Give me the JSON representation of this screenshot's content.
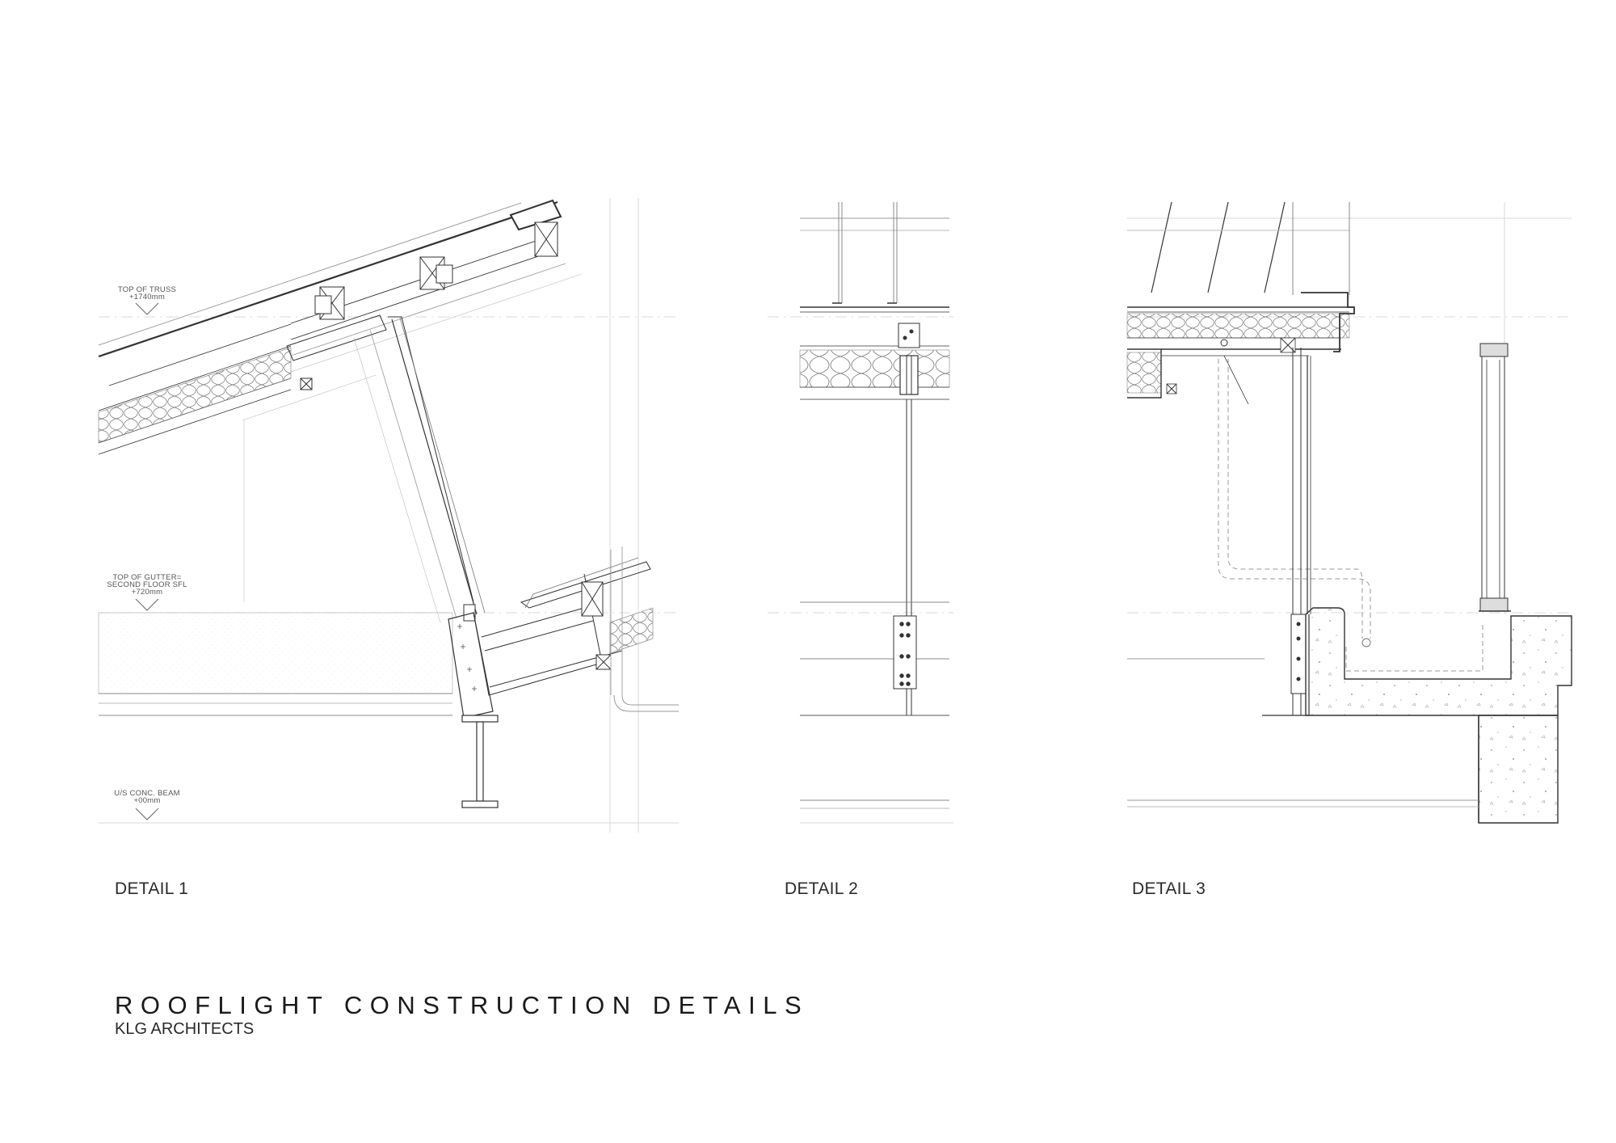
{
  "title": "ROOFLIGHT CONSTRUCTION DETAILS",
  "subtitle": "KLG ARCHITECTS",
  "colors": {
    "line": "#333333",
    "light_line": "#bbbbbb",
    "guide": "#d6d6d6",
    "background": "#ffffff"
  },
  "details": [
    {
      "label": "DETAIL 1"
    },
    {
      "label": "DETAIL 2"
    },
    {
      "label": "DETAIL 3"
    }
  ],
  "levels": [
    {
      "name": "TOP OF TRUSS",
      "value": "+1740mm"
    },
    {
      "name": "TOP OF GUTTER=",
      "name2": "SECOND FLOOR SFL",
      "value": "+720mm"
    },
    {
      "name": "U/S CONC. BEAM",
      "value": "+00mm"
    }
  ]
}
